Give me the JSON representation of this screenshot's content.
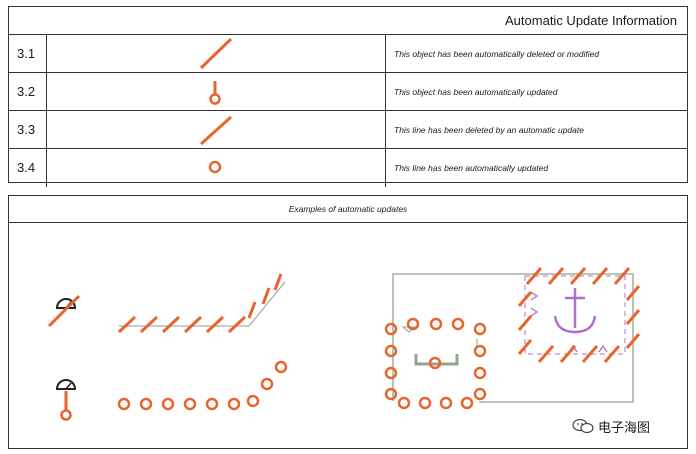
{
  "legend": {
    "title": "Automatic Update Information",
    "rows": [
      {
        "code": "3.1",
        "symbol": "diagonal-line-icon",
        "description": "This object has been automatically deleted or modified"
      },
      {
        "code": "3.2",
        "symbol": "line-with-circle-icon",
        "description": "This object has been automatically updated"
      },
      {
        "code": "3.3",
        "symbol": "diagonal-line-icon",
        "description": "This line has been deleted by an automatic update"
      },
      {
        "code": "3.4",
        "symbol": "circle-icon",
        "description": "This line has been automatically updated"
      }
    ]
  },
  "examples": {
    "title": "Examples of automatic updates"
  },
  "watermark": {
    "text": "电子海图",
    "icon": "wechat-logo-icon"
  },
  "colors": {
    "orange": "#e8642c",
    "grey_line": "#8ea58e",
    "purple": "#b070c8",
    "border": "#333333"
  }
}
